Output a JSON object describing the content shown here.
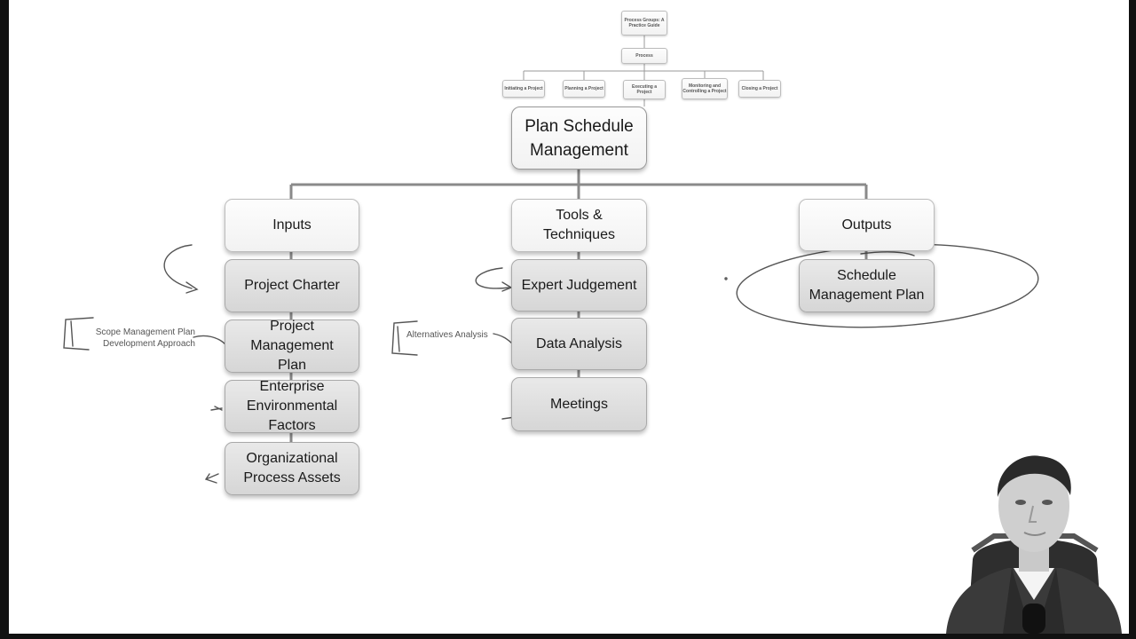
{
  "header": {
    "root": "Process Groups: A Practice Guide",
    "process": "Process",
    "groups": [
      "Initiating a Project",
      "Planning a Project",
      "Executing a Project",
      "Monitoring and Controlling a Project",
      "Closing a Project"
    ]
  },
  "main": {
    "title": "Plan Schedule Management"
  },
  "columns": {
    "inputs": {
      "label": "Inputs",
      "items": [
        "Project Charter",
        "Project Management Plan",
        "Enterprise Environmental Factors",
        "Organizational Process Assets"
      ]
    },
    "tools": {
      "label": "Tools & Techniques",
      "items": [
        "Expert Judgement",
        "Data Analysis",
        "Meetings"
      ]
    },
    "outputs": {
      "label": "Outputs",
      "items": [
        "Schedule Management Plan"
      ]
    }
  },
  "annotations": {
    "pmp_note": "Scope Management Plan Development Approach",
    "data_note": "Alternatives Analysis"
  },
  "colors": {
    "box_border": "#bdbdbd",
    "connector": "#8a8a8a",
    "ink": "#555555",
    "frame": "#111111"
  }
}
